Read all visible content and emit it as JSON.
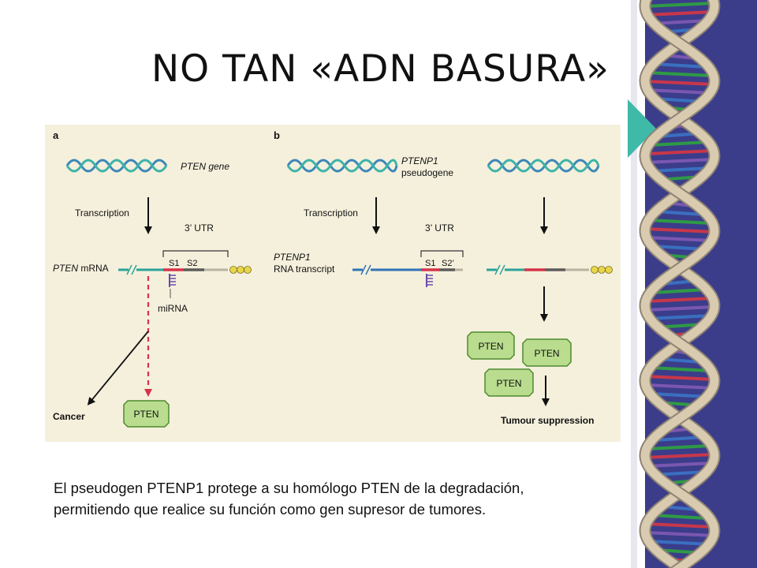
{
  "slide": {
    "title": "NO TAN «ADN BASURA»",
    "caption_line1": "El pseudogen PTENP1 protege  a su homólogo PTEN de la degradación,",
    "caption_line2": "permitiendo que realice su función como gen supresor de tumores."
  },
  "figure": {
    "panel_a": {
      "letter": "a",
      "gene_label": "PTEN gene",
      "process_label": "Transcription",
      "utr_label": "3’ UTR",
      "site1": "S1",
      "site2": "S2",
      "mrna_label_italic": "PTEN",
      "mrna_label_rest": " mRNA",
      "mirna_label": "miRNA",
      "outcome_label": "Cancer",
      "protein_label": "PTEN"
    },
    "panel_b": {
      "letter": "b",
      "gene_label_line1": "PTENP1",
      "gene_label_line2": "pseudogene",
      "process_label": "Transcription",
      "utr_label": "3’ UTR",
      "site1": "S1",
      "site2": "S2’",
      "transcript_label_line1": "PTENP1",
      "transcript_label_line2": "RNA transcript",
      "protein_labels": [
        "PTEN",
        "PTEN",
        "PTEN"
      ],
      "outcome_label": "Tumour suppression"
    },
    "colors": {
      "background": "#f5f0dc",
      "helix_blue": "#3d88b8",
      "helix_teal": "#3fb3a8",
      "mrna_teal": "#2aa39a",
      "mrna_blue": "#2f74b5",
      "site_red": "#d6334a",
      "site_gray": "#5b5b5b",
      "utr_tail": "#b8b2a0",
      "polya_yellow": "#e8d64a",
      "mirna_purple": "#6a4aa6",
      "dashed_red": "#d6334a",
      "protein_green": "#b9dc8e",
      "protein_border": "#4f8a2e"
    }
  },
  "decoration": {
    "panel_color": "#3b3d8a",
    "accent_triangle": "#3fb9a8",
    "dna_strand_color": "#d9cbb0",
    "rung_colors": [
      "#2e9a45",
      "#c7374a",
      "#7a57b0",
      "#3a6fc0"
    ]
  }
}
